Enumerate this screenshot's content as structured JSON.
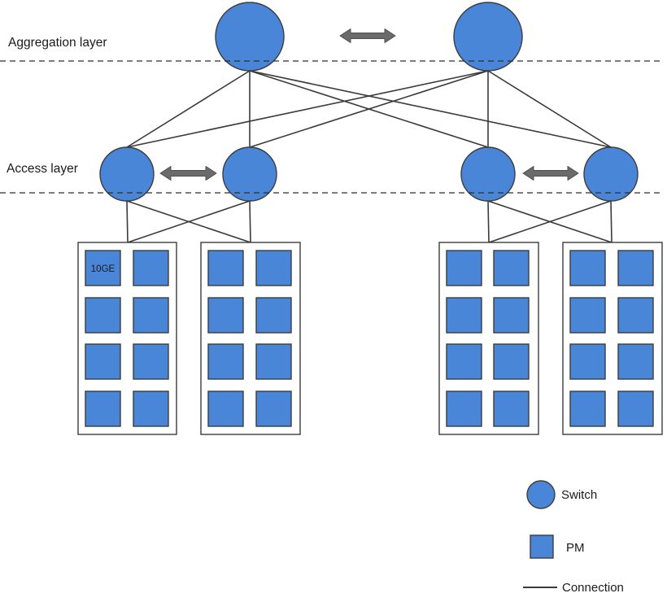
{
  "layers": {
    "aggregation": {
      "label": "Aggregation layer",
      "switch_count": 2
    },
    "access": {
      "label": "Access layer",
      "switch_count": 4
    }
  },
  "racks": {
    "count": 4,
    "pms_per_rack": 8,
    "first_pm_label": "10GE"
  },
  "legend": {
    "switch_label": "Switch",
    "pm_label": "PM",
    "connection_label": "Connection"
  },
  "colors": {
    "node_fill": "#4A86D8",
    "node_stroke": "#3C3C3C",
    "connection_line": "#3A3A3A",
    "arrow_fill": "#6B6B6B",
    "background": "#FFFFFF"
  }
}
